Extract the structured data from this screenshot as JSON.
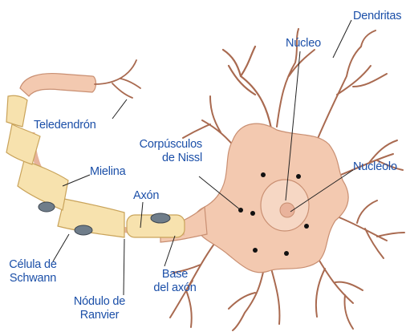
{
  "colors": {
    "label": "#1b4fa8",
    "leader": "#222222",
    "cell_fill": "#f3c9b0",
    "cell_stroke": "#c98f72",
    "myelin_fill": "#f7e2ae",
    "myelin_stroke": "#c9a35a",
    "nucleus_fill": "#f6d7c4",
    "axon_fill": "#e7b39b",
    "dendrite": "#a96a50"
  },
  "labels": {
    "dendritas": "Dendritas",
    "nucleo": "Núcleo",
    "teledendron": "Teledendrón",
    "corpusculos_line1": "Corpúsculos",
    "corpusculos_line2": "de Nissl",
    "nucleolo": "Nucléolo",
    "mielina": "Mielina",
    "axon": "Axón",
    "celula_line1": "Célula de",
    "celula_line2": "Schwann",
    "base_line1": "Base",
    "base_line2": "del axón",
    "nodulo_line1": "Nódulo de",
    "nodulo_line2": "Ranvier"
  }
}
